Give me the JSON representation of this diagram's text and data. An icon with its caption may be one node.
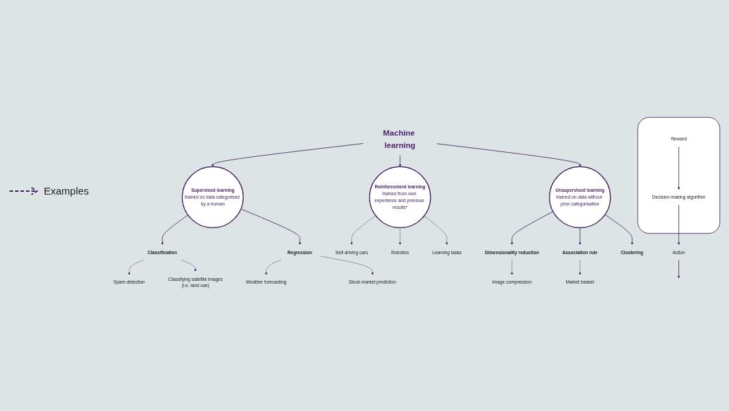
{
  "diagram": {
    "nodes": [
      {
        "text": [
          "Machine learning"
        ]
      },
      {
        "text": [
          "Supervised learning",
          "trained on data categorised by a human"
        ]
      },
      {
        "text": [
          "Classification"
        ]
      },
      {
        "text": [
          "Regression"
        ]
      },
      {
        "text": [
          "Spam detection"
        ]
      },
      {
        "text": [
          "Classifying satellite images",
          "(i.e. land use)"
        ]
      },
      {
        "text": [
          "Weather forecasting"
        ]
      },
      {
        "text": [
          "Stock market prediction"
        ]
      },
      {
        "text": [
          "Reinforcement learning",
          "trained from own experience and previous results*"
        ]
      },
      {
        "text": [
          "Unsupervised learning",
          "trained on data without prior categorisation"
        ]
      },
      {
        "text": [
          "Self-driving cars"
        ]
      },
      {
        "text": [
          "Robotics"
        ]
      },
      {
        "text": [
          "Learning tasks"
        ]
      },
      {
        "text": [
          "Dimensionality reduction"
        ]
      },
      {
        "text": [
          "Image compression"
        ]
      },
      {
        "text": [
          "Association rule"
        ]
      },
      {
        "text": [
          "Market basket"
        ]
      },
      {
        "text": [
          "Clustering"
        ]
      },
      {
        "text": [],
        "shape": "cloud"
      },
      {
        "text": [
          "Decision making algorithm"
        ],
        "in": 18
      },
      {
        "text": [
          "Action"
        ]
      },
      {
        "text": [
          "Reward"
        ],
        "in": 18
      }
    ],
    "edges": [
      {
        "from": 0,
        "to": 1,
        "arrow": "to"
      },
      {
        "from": 0,
        "to": 8,
        "arrow": "to"
      },
      {
        "from": 0,
        "to": 9,
        "arrow": "to"
      },
      {
        "from": 1,
        "to": 2,
        "arrow": "to"
      },
      {
        "from": 1,
        "to": 3,
        "arrow": "to"
      },
      {
        "from": 2,
        "to": 4,
        "arrow": "to",
        "style": "dashed"
      },
      {
        "from": 2,
        "to": 5,
        "arrow": "to",
        "style": "dashed"
      },
      {
        "from": 3,
        "to": 6,
        "arrow": "to",
        "style": "dashed"
      },
      {
        "from": 3,
        "to": 7,
        "arrow": "to",
        "style": "dashed"
      },
      {
        "from": 8,
        "to": 10,
        "arrow": "to",
        "style": "dashed"
      },
      {
        "from": 8,
        "to": 11,
        "arrow": "to",
        "style": "dashed"
      },
      {
        "from": 8,
        "to": 12,
        "arrow": "to",
        "style": "dashed"
      },
      {
        "from": 9,
        "to": 13,
        "arrow": "to"
      },
      {
        "from": 9,
        "to": 15,
        "arrow": "to"
      },
      {
        "from": 9,
        "to": 17,
        "arrow": "to"
      },
      {
        "from": 13,
        "to": 14,
        "arrow": "to",
        "style": "dashed"
      },
      {
        "from": 15,
        "to": 16,
        "arrow": "to",
        "style": "dashed"
      },
      {
        "from": 21,
        "to": 19,
        "arrow": "to"
      },
      {
        "from": 19,
        "to": 20,
        "arrow": "to"
      },
      {
        "from": 20,
        "to": null,
        "arrow": "to"
      }
    ],
    "legend": [
      {
        "text": "Examples"
      }
    ]
  }
}
